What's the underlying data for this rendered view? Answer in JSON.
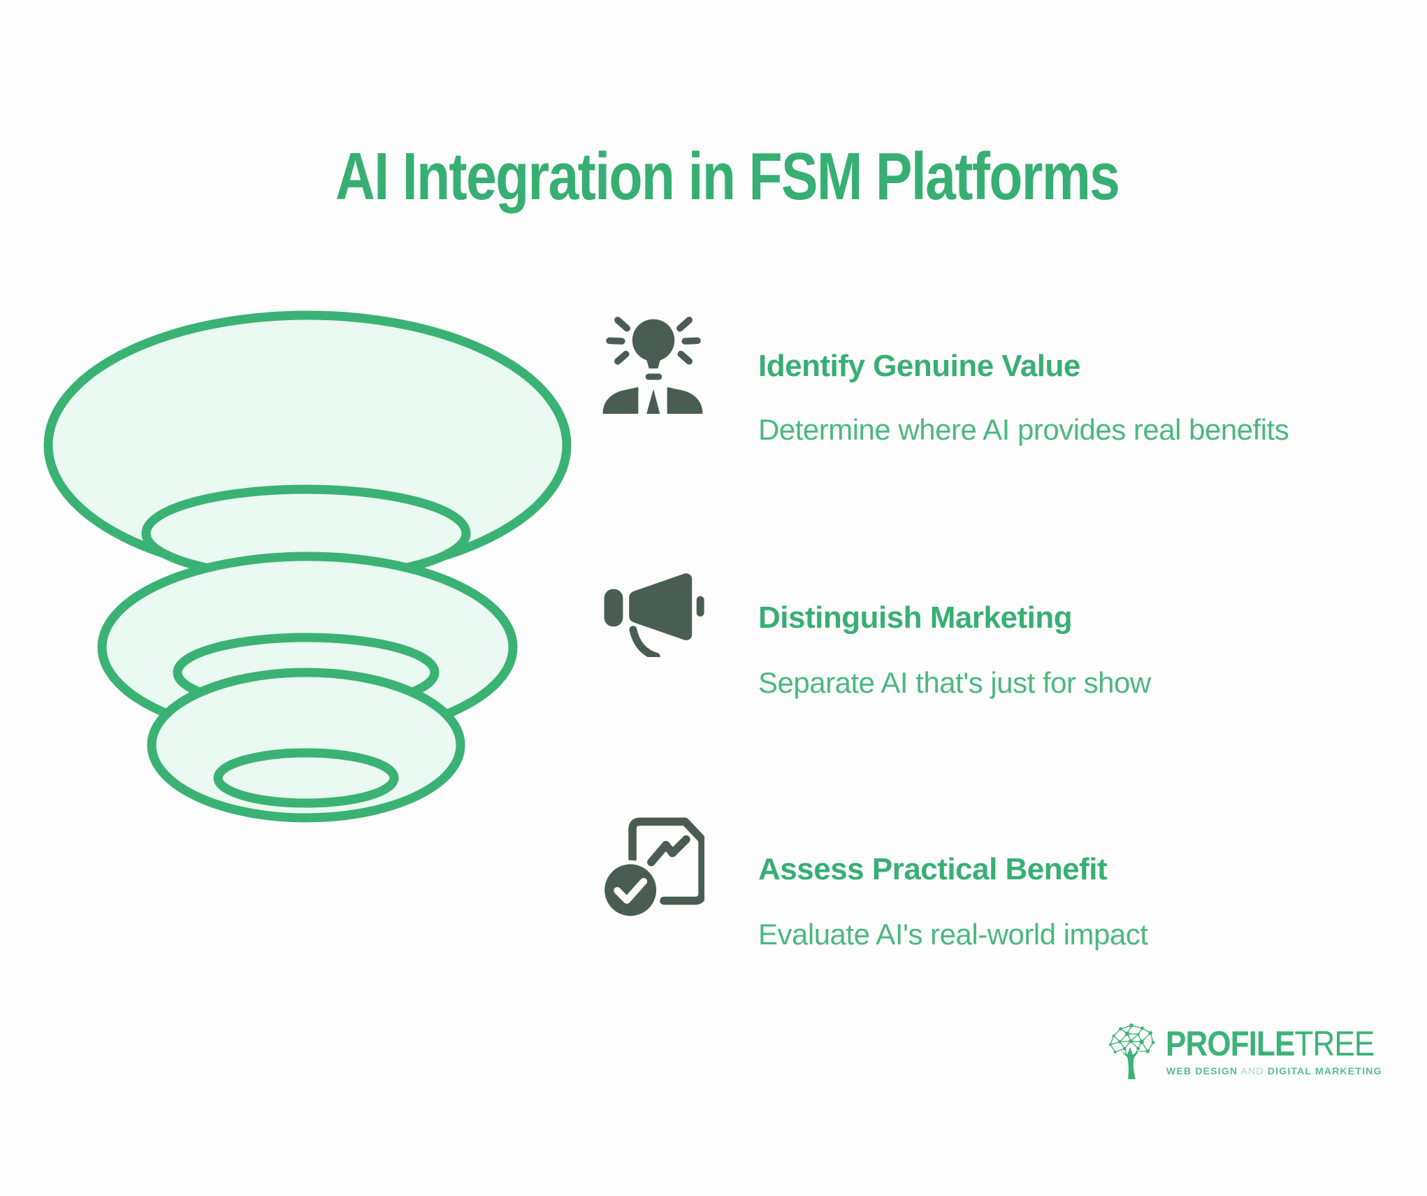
{
  "title": "AI Integration in FSM Platforms",
  "items": [
    {
      "icon": "idea-person-icon",
      "title": "Identify Genuine Value",
      "description": "Determine where AI provides real benefits"
    },
    {
      "icon": "megaphone-icon",
      "title": "Distinguish Marketing",
      "description": "Separate AI that's just for show"
    },
    {
      "icon": "doc-check-icon",
      "title": "Assess Practical Benefit",
      "description": "Evaluate AI's real-world impact"
    }
  ],
  "funnel": {
    "tiers": 3
  },
  "logo": {
    "brand_bold": "PROFILE",
    "brand_light": "TREE",
    "tagline_web": "WEB DESIGN",
    "tagline_and": "AND",
    "tagline_marketing": "DIGITAL MARKETING"
  },
  "colors": {
    "background": "#FDFDFD",
    "accent": "#3CB377",
    "funnel-fill": "#EAF9F1",
    "funnel-stroke": "#3AB274",
    "heading": "#37AF72",
    "subtitle": "#4BB87F",
    "icon-dark": "#4A5D52",
    "tagline": "#55BF8C",
    "tagline-and": "#9ADCBA"
  }
}
